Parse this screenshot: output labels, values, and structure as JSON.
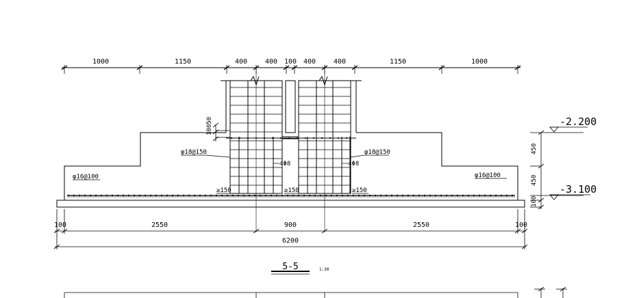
{
  "top_dims": [
    "1000",
    "1150",
    "400",
    "400",
    "100",
    "400",
    "400",
    "1150",
    "1000"
  ],
  "bottom_dims": [
    "100",
    "2550",
    "900",
    "2550",
    "100"
  ],
  "overall_dim": "6200",
  "left_small_dim": "10050",
  "right_dims": [
    "450",
    "450",
    "100"
  ],
  "elevations": {
    "upper": "-2.200",
    "lower": "-3.100"
  },
  "rebar": {
    "left_stirrup": "φ18@150",
    "right_stirrup": "φ18@150",
    "left_vertical": "4Φ8",
    "right_vertical": "4Φ8",
    "left_bottom": "φ16@100",
    "right_bottom": "φ16@100",
    "min_cover": "≥150"
  },
  "section": {
    "label": "5-5",
    "scale": "1:30"
  },
  "colors": {
    "line": "#000000",
    "background": "#ffffff"
  }
}
